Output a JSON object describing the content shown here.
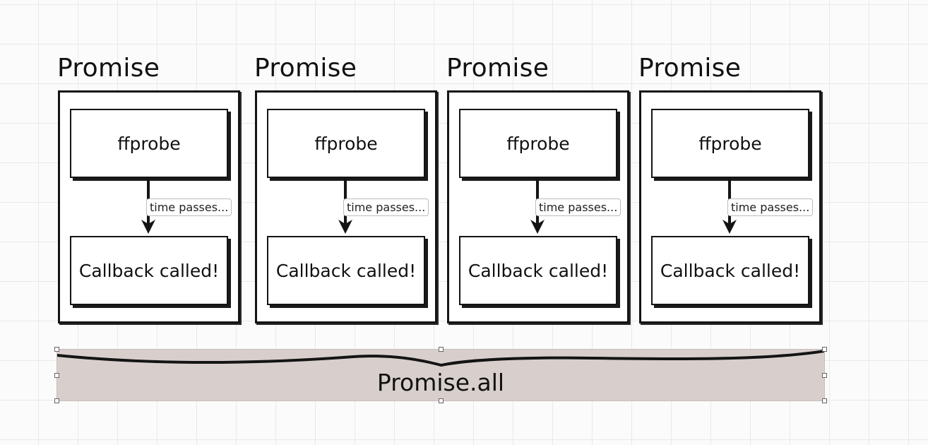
{
  "promises": [
    {
      "title": "Promise",
      "top_step": "ffprobe",
      "edge_label": "time passes...",
      "bottom_step": "Callback called!"
    },
    {
      "title": "Promise",
      "top_step": "ffprobe",
      "edge_label": "time passes...",
      "bottom_step": "Callback called!"
    },
    {
      "title": "Promise",
      "top_step": "ffprobe",
      "edge_label": "time passes...",
      "bottom_step": "Callback called!"
    },
    {
      "title": "Promise",
      "top_step": "ffprobe",
      "edge_label": "time passes...",
      "bottom_step": "Callback called!"
    }
  ],
  "promise_all": {
    "label": "Promise.all"
  },
  "colors": {
    "bar_fill": "#d8cfcc",
    "stroke": "#141414",
    "grid": "#e9e9e9"
  }
}
